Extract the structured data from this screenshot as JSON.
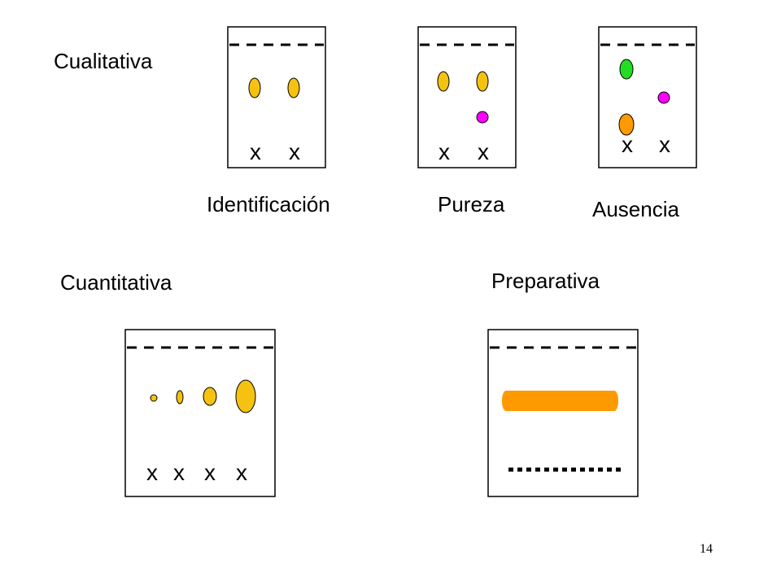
{
  "sections": {
    "cualitativa": "Cualitativa",
    "cuantitativa": "Cuantitativa",
    "preparativa": "Preparativa"
  },
  "plates": {
    "identificacion": {
      "label": "Identificación",
      "marks": [
        "x",
        "x"
      ]
    },
    "pureza": {
      "label": "Pureza",
      "marks": [
        "x",
        "x"
      ]
    },
    "ausencia": {
      "label": "Ausencia",
      "marks": [
        "x",
        "x"
      ]
    },
    "cuantitativa": {
      "marks": [
        "x",
        "x",
        "x",
        "x"
      ]
    }
  },
  "colors": {
    "yellow_spot": "#F5C211",
    "magenta_spot": "#FF00FF",
    "green_spot": "#22DD22",
    "orange_spot": "#FF9900",
    "orange_band": "#FF9900"
  },
  "page_number": "14"
}
